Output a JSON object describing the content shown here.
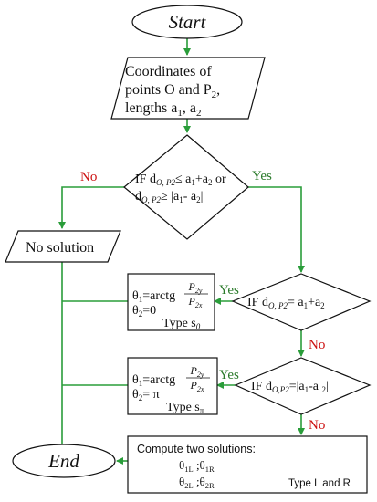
{
  "colors": {
    "arrow": "#2a9d3a",
    "yes": "#2a7a2a",
    "no": "#cc1111"
  },
  "start": "Start",
  "end": "End",
  "input": {
    "line1": "Coordinates of",
    "line2": "points O and  P",
    "line2_sub": "2",
    "line3": "lengths a",
    "line3_sub1": "1",
    "line3_mid": ", a",
    "line3_sub2": "2"
  },
  "decision1": {
    "line1a": "IF d",
    "line1_sub": "O, P2",
    "line1b": "≤ a",
    "line1_sub2": "1",
    "line1c": "+a",
    "line1_sub3": "2",
    "line1d": " or",
    "line2a": "d",
    "line2_sub": "O, P2",
    "line2b": "≥ |a",
    "line2_sub2": "1",
    "line2c": "- a",
    "line2_sub3": "2",
    "line2d": "|"
  },
  "no_solution": "No solution",
  "decision2": {
    "a": "IF d",
    "sub": "O, P2",
    "b": "= a",
    "sub2": "1",
    "c": "+a",
    "sub3": "2"
  },
  "decision3": {
    "a": "IF d",
    "sub": "O,P2",
    "b": "=|a",
    "sub2": "1",
    "c": "-a ",
    "sub3": "2",
    "d": "|"
  },
  "result1": {
    "theta1": "θ",
    "theta1_sub": "1",
    "eq1": "=arctg",
    "frac_num": "P",
    "frac_num_sub": "2y",
    "frac_den": "P",
    "frac_den_sub": "2x",
    "theta2": "θ",
    "theta2_sub": "2",
    "eq2": "=0",
    "type": "Type s",
    "type_sub": "0"
  },
  "result2": {
    "theta1": "θ",
    "theta1_sub": "1",
    "eq1": "=arctg",
    "frac_num": "P",
    "frac_num_sub": "2y",
    "frac_den": "P",
    "frac_den_sub": "2x",
    "theta2": "θ",
    "theta2_sub": "2",
    "eq2": "= π",
    "type": "Type s",
    "type_sub": "π"
  },
  "compute": {
    "title": "Compute two solutions:",
    "l1a": "θ",
    "l1a_sub": "1L",
    "l1b": " ;θ",
    "l1b_sub": "1R",
    "l2a": "θ",
    "l2a_sub": "2L",
    "l2b": " ;θ",
    "l2b_sub": "2R",
    "type": "Type  L and R"
  },
  "labels": {
    "d1_no": "No",
    "d1_yes": "Yes",
    "d2_yes": "Yes",
    "d2_no": "No",
    "d3_yes": "Yes",
    "d3_no": "No"
  }
}
